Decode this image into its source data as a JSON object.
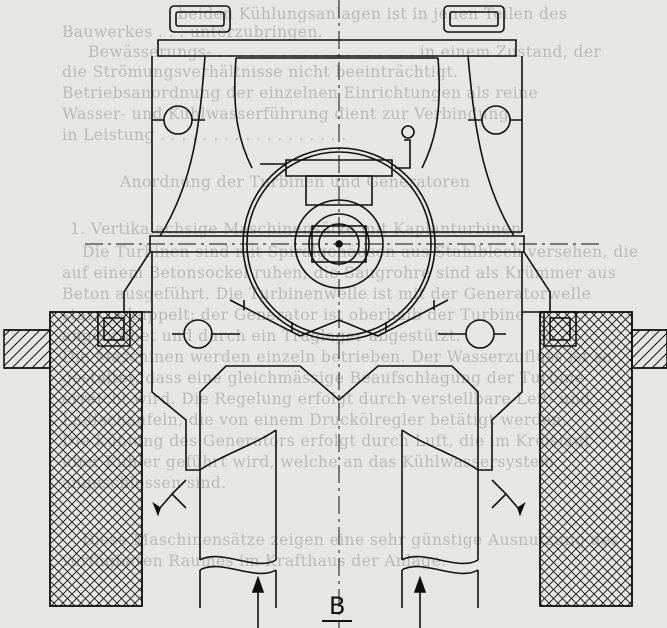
{
  "figure": {
    "section_label": "B"
  },
  "background_text": {
    "lines": [
      "beiden Kühlungsanlagen ist in jenen Teilen des",
      "Bauwerkes . . . unterzubringen.",
      "Bewässerungs- . . . . . . . . . . . . . . . . . . . in einem Zustand, der",
      "die Strömungsverhältnisse nicht beeinträchtigt.",
      "Betriebsanordnung der einzelnen Einrichtungen als reine",
      "Wasser- und Kühlwasserführung dient zur Verbindung",
      "in Leistung . . . . . . . . . . . . . . . . . .",
      "",
      "Anordnung der Turbinen und Generatoren",
      "",
      "1. Vertikalachsige Maschinensätze mit Kaplanturbinen",
      "Die Turbinen sind mit Spiralgehäusen aus Stahlblech versehen, die",
      "auf einem Betonsockel ruhen; die Saugrohre sind als Krümmer aus",
      "Beton ausgeführt. Die Turbinenwelle ist mit der Generatorwelle",
      "starr gekuppelt; der Generator ist oberhalb der Turbine",
      "angeordnet und durch ein Traglager abgestützt.",
      "Die Maschinen werden einzeln betrieben. Der Wasserzufluss ist so",
      "gestaltet, dass eine gleichmässige Beaufschlagung der Turbine",
      "erreicht wird. Die Regelung erfolgt durch verstellbare Leit- und",
      "Laufschaufeln, die von einem Druckölregler betätigt werden.",
      "Die Kühlung des Generators erfolgt durch Luft, die im Kreislauf",
      "über Kühler geführt wird, welche an das Kühlwassersystem",
      "angeschlossen sind.",
      "Diese Maschinensätze zeigen eine sehr günstige Ausnutzung des",
      "verfügbaren Raumes im Krafthaus der Anlage."
    ]
  }
}
